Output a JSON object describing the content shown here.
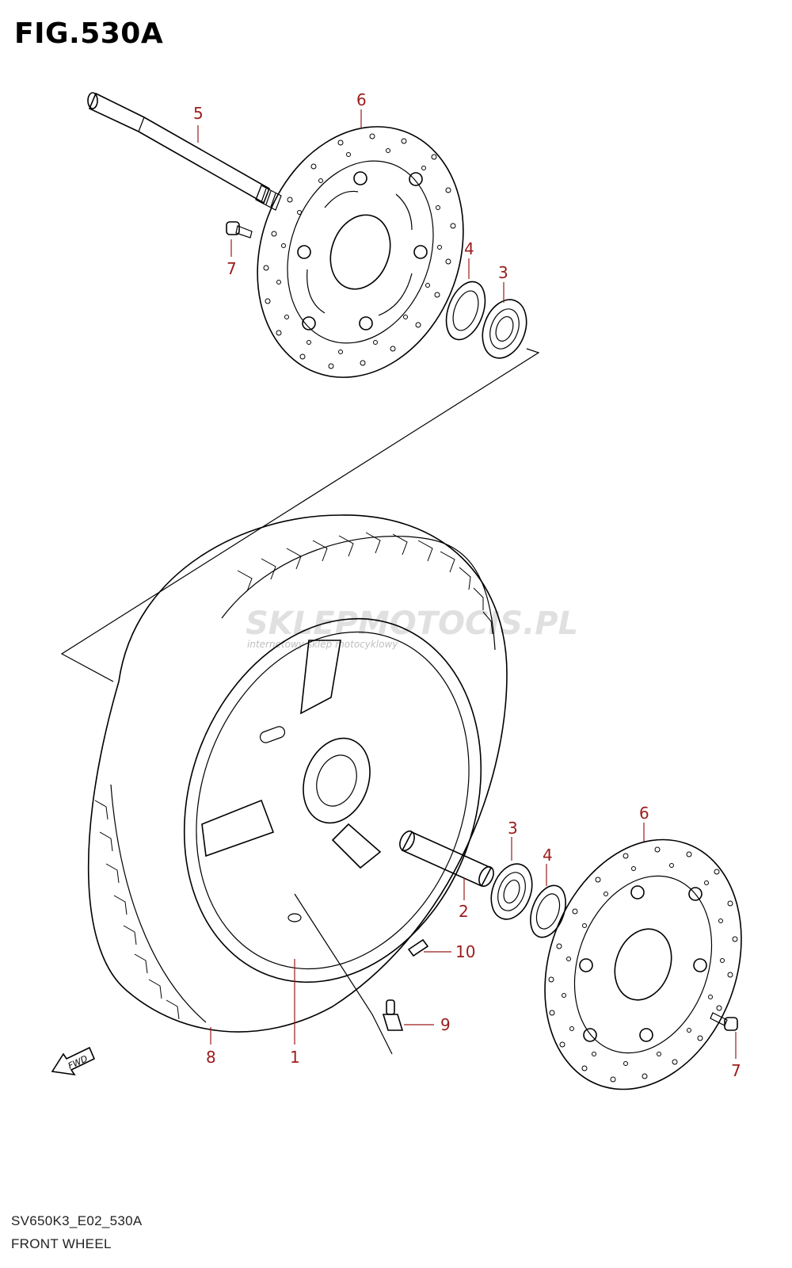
{
  "figure": {
    "title": "FIG.530A",
    "code": "SV650K3_E02_530A",
    "caption": "FRONT WHEEL"
  },
  "callouts": [
    "1",
    "2",
    "3",
    "3",
    "4",
    "4",
    "5",
    "6",
    "6",
    "7",
    "7",
    "8",
    "9",
    "10"
  ],
  "fwd_label": "FWD",
  "watermark": {
    "main": "SKLEPMOTOCIS.PL",
    "sub": "internetowy sklep motocyklowy"
  },
  "colors": {
    "callout": "#9b1c1c",
    "ink": "#000000"
  }
}
